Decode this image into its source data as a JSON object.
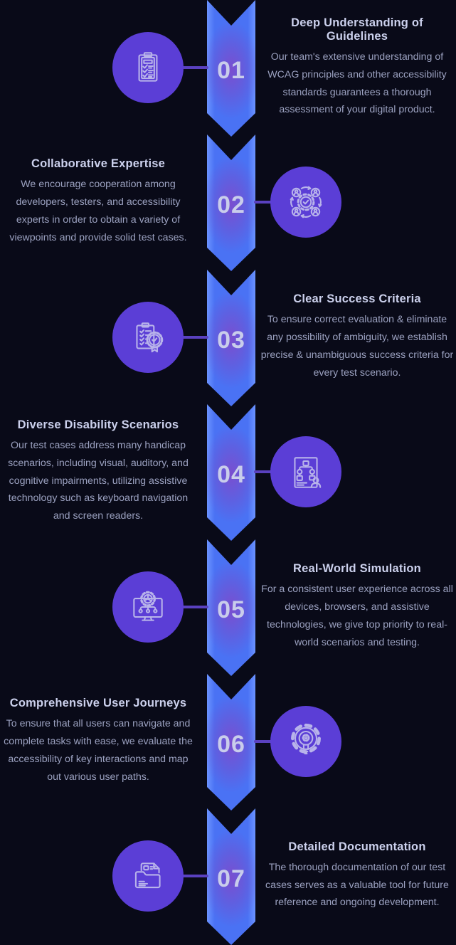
{
  "theme": {
    "background": "#090a18",
    "chevron_blue": "#4a72f4",
    "chevron_edge": "#6b93ff",
    "chevron_purple": "#7a4ecf",
    "circle_purple": "#5b3ed6",
    "icon_stroke": "#b8b3ea",
    "connector": "#5a41c0",
    "title_color": "#ccd1ed",
    "body_color": "#9ba1c0",
    "number_color": "#c9cdeb"
  },
  "steps": [
    {
      "number": "01",
      "title": "Deep Understanding of Guidelines",
      "description": "Our team's extensive understanding of WCAG principles and other accessibility standards guarantees a thorough assessment of your digital product.",
      "icon": "clipboard-checklist-icon",
      "text_side": "right"
    },
    {
      "number": "02",
      "title": "Collaborative Expertise",
      "description": "We encourage cooperation among developers, testers, and accessibility experts in order to obtain a variety of viewpoints and provide solid test cases.",
      "icon": "team-collaboration-icon",
      "text_side": "left"
    },
    {
      "number": "03",
      "title": "Clear Success Criteria",
      "description": "To ensure correct evaluation & eliminate any possibility of ambiguity, we establish precise & unambiguous success criteria for every test scenario.",
      "icon": "certified-checklist-icon",
      "text_side": "right"
    },
    {
      "number": "04",
      "title": "Diverse Disability Scenarios",
      "description": "Our test cases address many handicap scenarios, including visual, auditory, and cognitive impairments, utilizing assistive technology such as keyboard navigation and screen readers.",
      "icon": "user-flowchart-icon",
      "text_side": "left"
    },
    {
      "number": "05",
      "title": "Real-World Simulation",
      "description": "For a consistent user experience across all devices, browsers, and assistive technologies, we give top priority to real-world scenarios and testing.",
      "icon": "monitor-process-icon",
      "text_side": "right"
    },
    {
      "number": "06",
      "title": "Comprehensive User Journeys",
      "description": "To ensure that all users can navigate and complete tasks with ease, we evaluate the accessibility of key interactions and map out various user paths.",
      "icon": "gear-lightbulb-icon",
      "text_side": "left"
    },
    {
      "number": "07",
      "title": "Detailed Documentation",
      "description": "The thorough documentation of our test cases serves as a valuable tool for future reference and ongoing development.",
      "icon": "folder-documents-icon",
      "text_side": "right"
    }
  ]
}
